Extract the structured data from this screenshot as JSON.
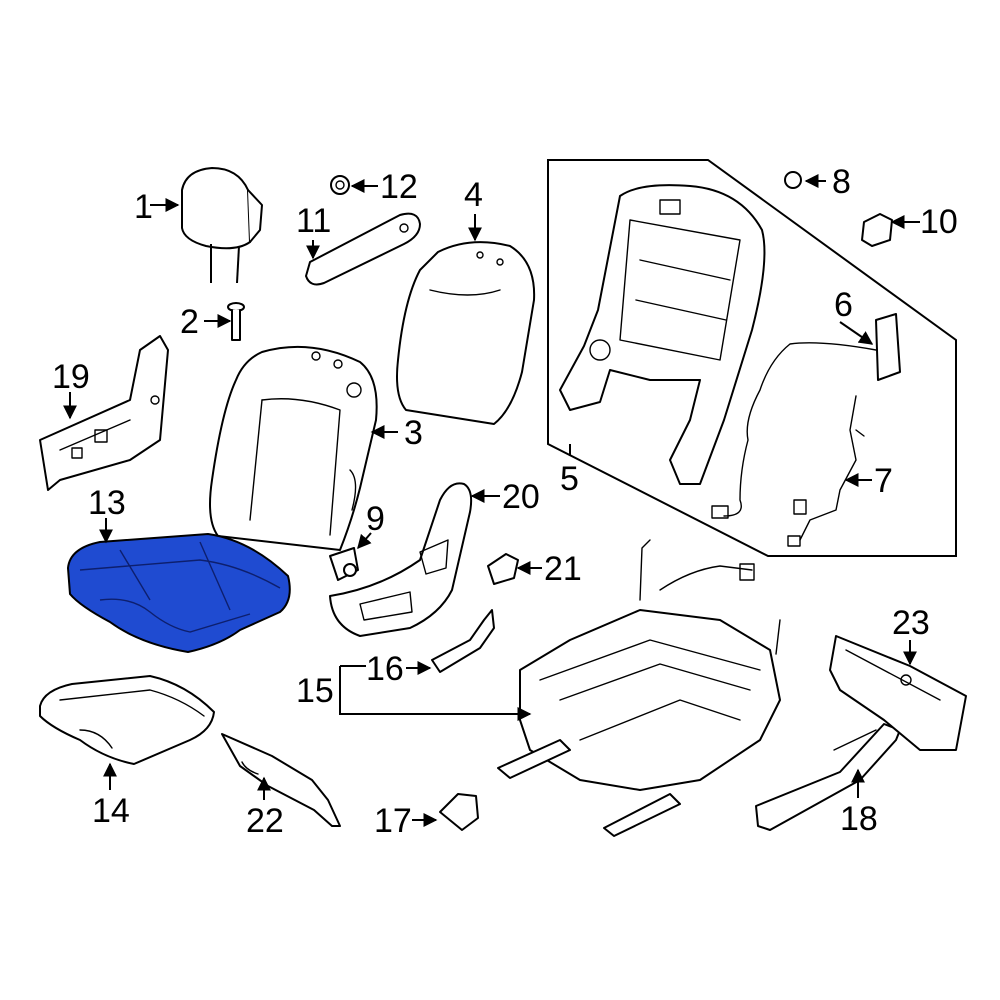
{
  "colors": {
    "line": "#000000",
    "background": "#ffffff",
    "highlight": "#1f4bd1"
  },
  "highlighted_part": "13",
  "callouts": {
    "c1": "1",
    "c2": "2",
    "c3": "3",
    "c4": "4",
    "c5": "5",
    "c6": "6",
    "c7": "7",
    "c8": "8",
    "c9": "9",
    "c10": "10",
    "c11": "11",
    "c12": "12",
    "c13": "13",
    "c14": "14",
    "c15": "15",
    "c16": "16",
    "c17": "17",
    "c18": "18",
    "c19": "19",
    "c20": "20",
    "c21": "21",
    "c22": "22",
    "c23": "23"
  }
}
